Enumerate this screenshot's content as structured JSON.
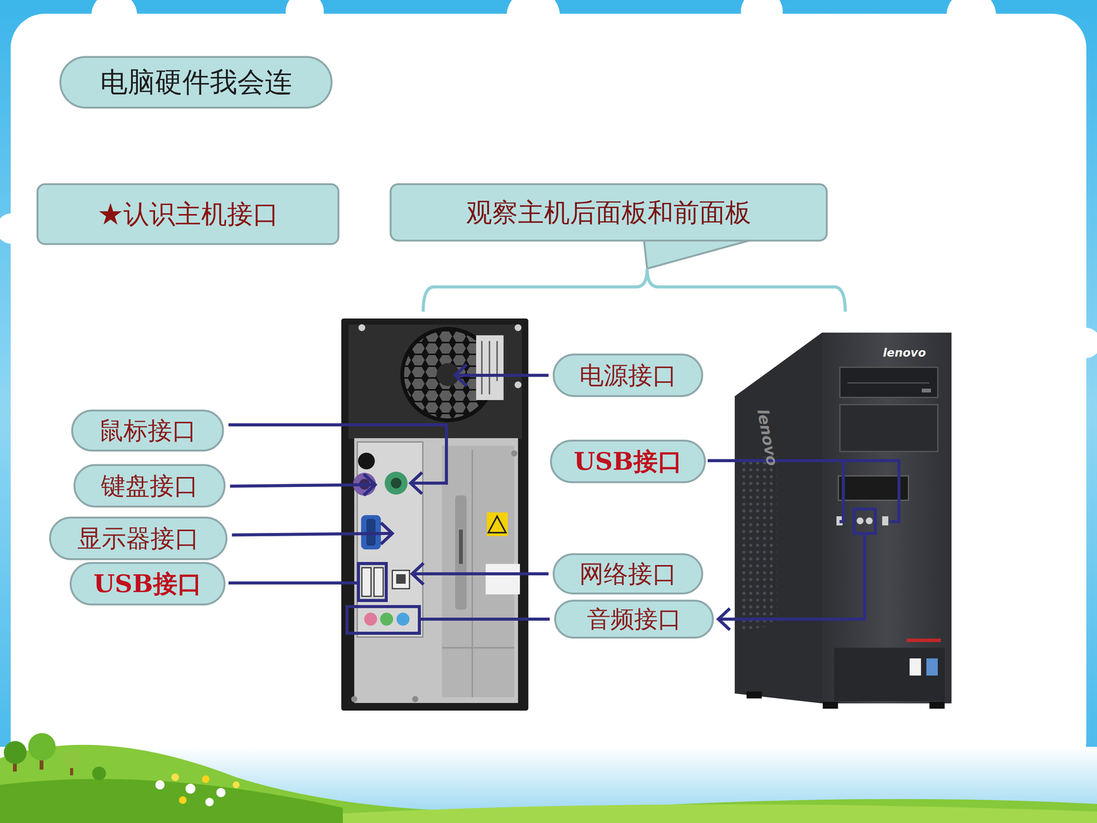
{
  "diagram": {
    "title": "电脑硬件我会连",
    "nodes": [
      {
        "text": [
          "★认识主机接口"
        ]
      },
      {
        "text": [
          "观察主机后面板和前面板"
        ]
      },
      {
        "text": [
          "电源接口"
        ]
      },
      {
        "text": [
          "鼠标接口"
        ]
      },
      {
        "text": [
          "USB接口"
        ]
      },
      {
        "text": [
          "键盘接口"
        ]
      },
      {
        "text": [
          "显示器接口"
        ]
      },
      {
        "text": [
          "网络接口"
        ]
      },
      {
        "text": [
          "USB接口"
        ]
      },
      {
        "text": [
          "音频接口"
        ]
      }
    ],
    "labels": [
      "lenovo",
      "lenovo"
    ]
  }
}
